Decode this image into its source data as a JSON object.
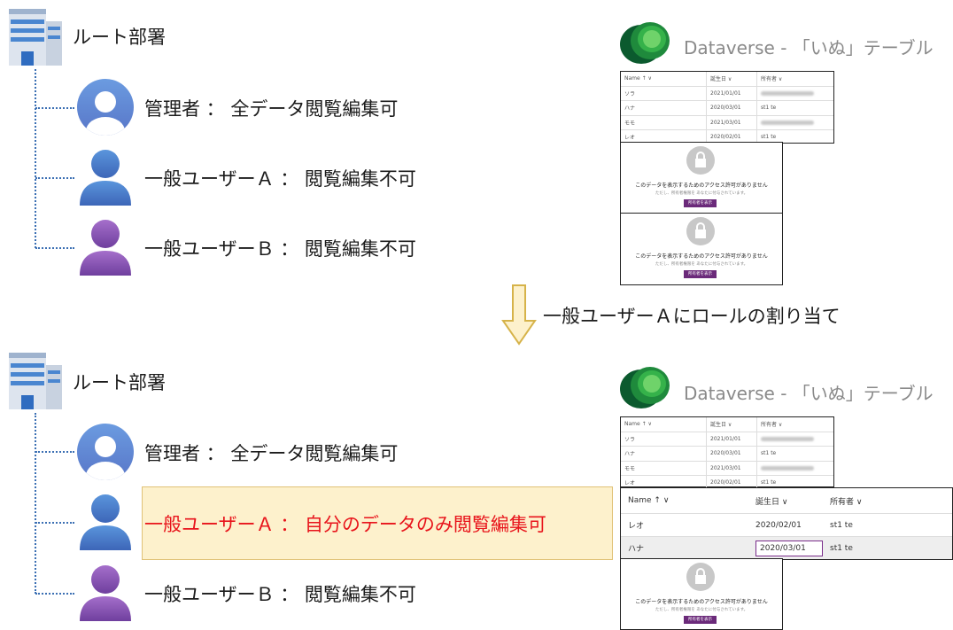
{
  "top": {
    "department": "ルート部署",
    "admin_label": "管理者 ： 全データ閲覧編集可",
    "userA_label": "一般ユーザーＡ ： 閲覧編集不可",
    "userB_label": "一般ユーザーＢ ： 閲覧編集不可"
  },
  "arrow_label": "一般ユーザーＡにロールの割り当て",
  "bottom": {
    "department": "ルート部署",
    "admin_label": "管理者 ： 全データ閲覧編集可",
    "userA_label": "一般ユーザーＡ ： 自分のデータのみ閲覧編集可",
    "userB_label": "一般ユーザーＢ ： 閲覧編集不可"
  },
  "dataverse_title": "Dataverse - 「いぬ」テーブル",
  "table": {
    "col_name": "Name ↑ ∨",
    "col_birth": "誕生日 ∨",
    "col_owner": "所有者 ∨",
    "rows": [
      {
        "name": "ソラ",
        "date": "2021/01/01",
        "owner": ""
      },
      {
        "name": "ハナ",
        "date": "2020/03/01",
        "owner": "st1 te"
      },
      {
        "name": "モモ",
        "date": "2021/03/01",
        "owner": ""
      },
      {
        "name": "レオ",
        "date": "2020/02/01",
        "owner": "st1 te"
      }
    ]
  },
  "lock": {
    "message": "このデータを表示するためのアクセス許可がありません",
    "sub": "ただし、所有者権限を あなたに付与されています。",
    "sub_link": "所有者権限を",
    "button": "所有者を表示"
  },
  "userA_table": {
    "col_name": "Name ↑ ∨",
    "col_birth": "誕生日 ∨",
    "col_owner": "所有者 ∨",
    "rows": [
      {
        "name": "レオ",
        "date": "2020/02/01",
        "owner": "st1 te"
      },
      {
        "name": "ハナ",
        "date": "2020/03/01",
        "owner": "st1 te"
      }
    ]
  },
  "colors": {
    "highlight_bg": "#fdf1cc",
    "highlight_border": "#e0c277",
    "red_text": "#e8141b",
    "arrow_fill": "#fdf1cc",
    "arrow_stroke": "#d6b34a"
  }
}
